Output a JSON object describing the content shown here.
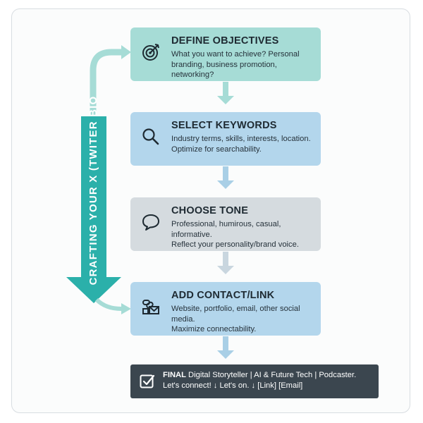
{
  "side_label": "CRAFTING YOUR X (TWITER BIO",
  "steps": [
    {
      "title": "DEFINE OBJECTIVES",
      "desc_line1": "What you want to achieve? Personal",
      "desc_line2": "branding, business promotion, networking?",
      "icon": "target-icon",
      "color": "#a6dcd6"
    },
    {
      "title": "SELECT KEYWORDS",
      "desc_line1": "Industry terms, skills, interests, location.",
      "desc_line2": "Optimize for searchability.",
      "icon": "search-icon",
      "color": "#b3d6ec"
    },
    {
      "title": "CHOOSE TONE",
      "desc_line1": "Professional, humirous, casual, informative.",
      "desc_line2": "Reflect your personality/brand voice.",
      "icon": "speech-bubble-icon",
      "color": "#d5dbdf"
    },
    {
      "title": "ADD CONTACT/LINK",
      "desc_line1": "Website, portfolio, email, other social media.",
      "desc_line2": "Maximize connectability.",
      "icon": "link-envelope-icon",
      "color": "#b3d6ec"
    }
  ],
  "final": {
    "lead": "FINAL",
    "line1_rest": " Digital Storyteller | AI & Future Tech | Podcaster.",
    "line2": "Let's connect! ↓ Let's on. ↓ [Link] [Email]",
    "icon": "checkbox-icon",
    "color": "#3b464f"
  },
  "colors": {
    "teal": "#2bb0aa",
    "teal_light": "#a6dcd6",
    "arrow_light": "#a9cfe6"
  }
}
